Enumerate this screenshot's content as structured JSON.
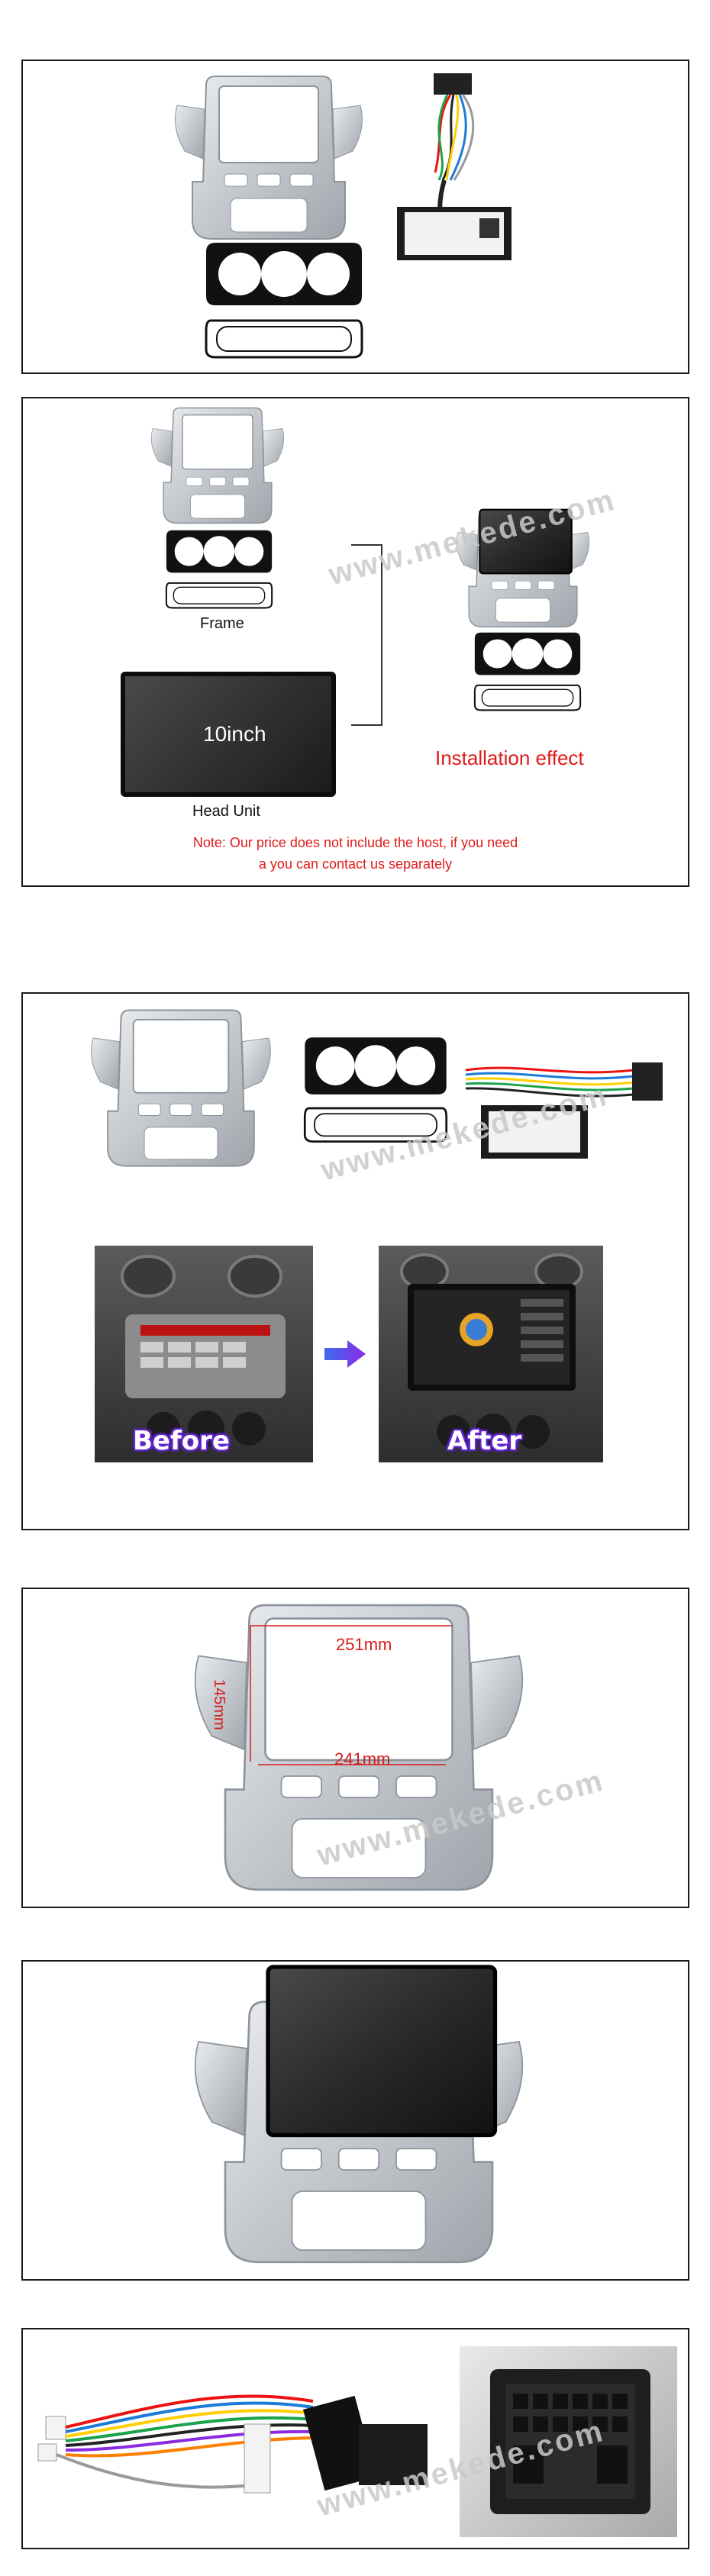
{
  "watermark": "www.mekede.com",
  "panel2": {
    "frame_label": "Frame",
    "head_unit_label": "Head Unit",
    "screen_size": "10inch",
    "installation_label": "Installation effect",
    "note_line1": "Note: Our price does not include the host, if you need",
    "note_line2": "a you can contact us separately"
  },
  "panel3": {
    "before_label": "Before",
    "after_label": "After"
  },
  "panel4": {
    "top_width": "251mm",
    "height": "145mm",
    "bottom_width": "241mm"
  },
  "colors": {
    "accent_red": "#e01a1a",
    "badge_purple": "#6b2bd9",
    "frame_silver": "#c8ccd0",
    "border": "#1a1a1a"
  }
}
